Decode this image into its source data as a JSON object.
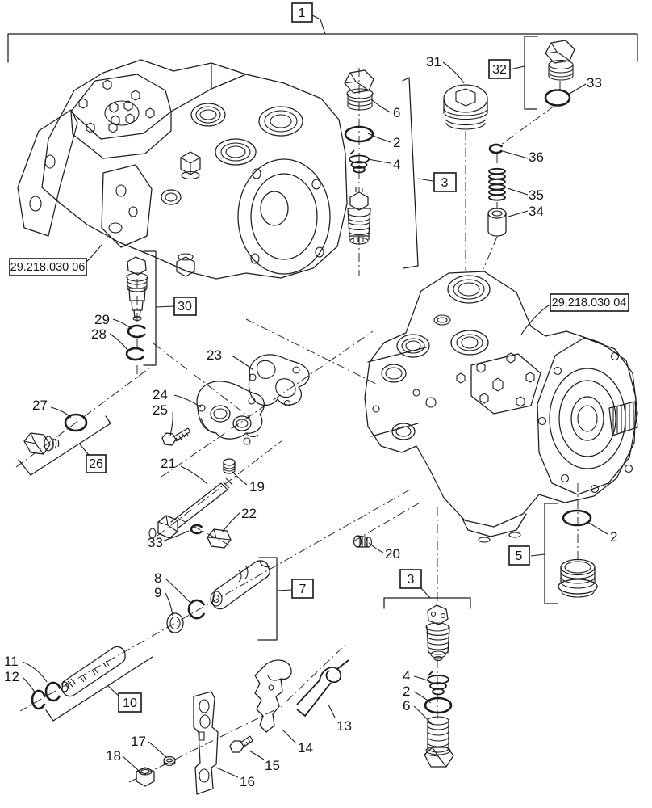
{
  "page": {
    "sheet_ref": "1"
  },
  "assemblies": {
    "left_ref": "29.218.030 06",
    "right_ref": "29.218.030 04"
  },
  "groups": {
    "g3": "3",
    "g5": "5",
    "g7": "7",
    "g10": "10",
    "g26": "26",
    "g30": "30",
    "g32": "32"
  },
  "parts": {
    "p2": "2",
    "p4": "4",
    "p6": "6",
    "p8": "8",
    "p9": "9",
    "p11": "11",
    "p12": "12",
    "p13": "13",
    "p14": "14",
    "p15": "15",
    "p16": "16",
    "p17": "17",
    "p18": "18",
    "p19": "19",
    "p20": "20",
    "p21": "21",
    "p22": "22",
    "p23": "23",
    "p24": "24",
    "p25": "25",
    "p27": "27",
    "p28": "28",
    "p29": "29",
    "p31": "31",
    "p33": "33",
    "p34": "34",
    "p35": "35",
    "p36": "36"
  },
  "colors": {
    "line": "#1c1c1c",
    "background": "#ffffff"
  }
}
